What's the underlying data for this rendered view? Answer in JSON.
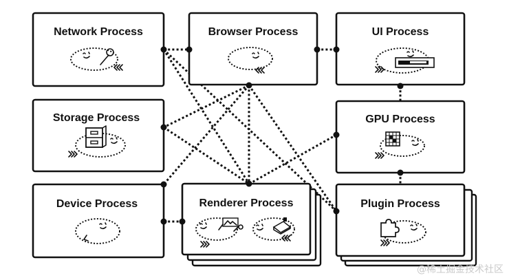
{
  "diagram": {
    "processes": [
      {
        "id": "network",
        "label": "Network Process"
      },
      {
        "id": "browser",
        "label": "Browser Process"
      },
      {
        "id": "ui",
        "label": "UI Process"
      },
      {
        "id": "storage",
        "label": "Storage Process"
      },
      {
        "id": "gpu",
        "label": "GPU Process"
      },
      {
        "id": "device",
        "label": "Device Process"
      },
      {
        "id": "renderer",
        "label": "Renderer Process"
      },
      {
        "id": "plugin",
        "label": "Plugin Process"
      }
    ],
    "connections": [
      [
        "network",
        "browser"
      ],
      [
        "browser",
        "ui"
      ],
      [
        "ui",
        "gpu"
      ],
      [
        "gpu",
        "plugin"
      ],
      [
        "device",
        "renderer"
      ],
      [
        "browser",
        "storage"
      ],
      [
        "browser",
        "device"
      ],
      [
        "browser",
        "renderer"
      ],
      [
        "browser",
        "plugin"
      ],
      [
        "network",
        "renderer"
      ],
      [
        "network",
        "plugin"
      ],
      [
        "storage",
        "renderer"
      ],
      [
        "renderer",
        "gpu"
      ]
    ]
  },
  "icons": {
    "network": "wrench-icon",
    "ui": "toolbar-icon",
    "storage": "file-cabinet-icon",
    "gpu": "grid-chip-icon",
    "renderer": [
      "image-tools-icon",
      "document-icon"
    ],
    "plugin": "puzzle-piece-icon"
  },
  "watermark": "@稀土掘金技术社区"
}
